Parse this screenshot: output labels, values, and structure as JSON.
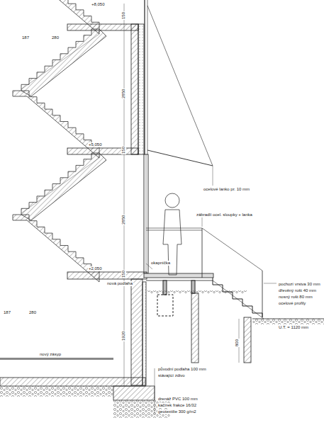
{
  "diagram": {
    "labels": [
      "+8,050",
      "150",
      "2850",
      "150",
      "+5,050",
      "2850",
      "150",
      "+2,050",
      "1920",
      "187",
      "280",
      "187",
      "280",
      "800",
      "U.T. = 1120 mm",
      "ocelové lanko pr. 10 mm",
      "zábradlí ocel. sloupky + lanka",
      "okapnička",
      "nová podlaha",
      "pochozí vrstva 30 mm",
      "dřevěný rošt 40 mm",
      "nosný rošt 80 mm",
      "ocelové profily",
      "nový zásyp",
      "původní podlaha 100 mm",
      "stávající zdivo",
      "drenáž PVC 100 mm",
      "kačírek frakce 16/32",
      "geotextilie 300 g/m2"
    ]
  }
}
